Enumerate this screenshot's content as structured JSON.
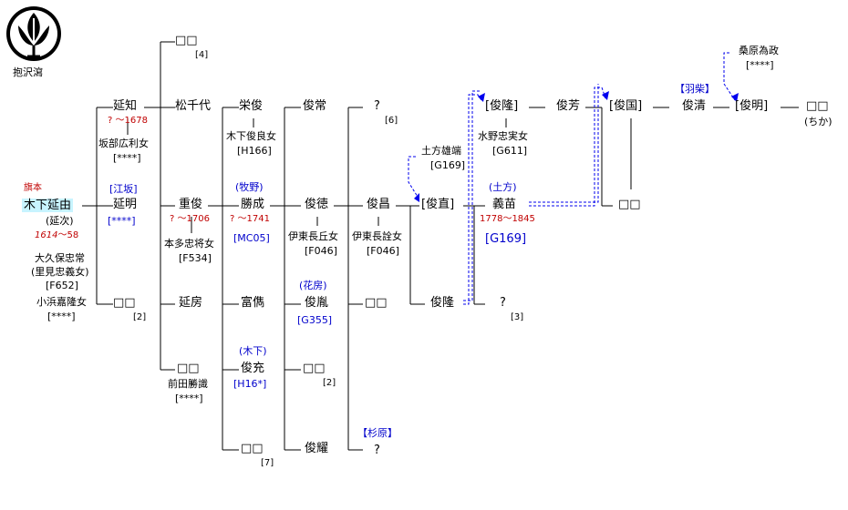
{
  "crest": {
    "caption": "抱沢瀉"
  },
  "people": {
    "enshi": "延知",
    "enshi_dates": "? ～1678",
    "enshi_wife": "坂部広利女",
    "enshi_wife_ref": "[****]",
    "nobuyoshi": "木下延由",
    "nobuyoshi_alias": "(延次)",
    "nobuyoshi_dates_a": "1614",
    "nobuyoshi_dates_b": "～58",
    "nobuyoshi_rank": "旗本",
    "wife1": "大久保忠常",
    "wife1_b": "(里見忠義女)",
    "wife1_ref": "[F652]",
    "wife2": "小浜嘉隆女",
    "wife2_ref": "[****]",
    "enmei_tag": "[江坂]",
    "enmei": "延明",
    "enmei_ref": "[****]",
    "sq_a": "□□",
    "sq_a_ref": "[2]",
    "matsuchiyo": "松千代",
    "top_sq": "□□",
    "top_sq_ref": "[4]",
    "shigetoshi": "重俊",
    "shigetoshi_dates": "? ～1706",
    "shigetoshi_wife": "本多忠将女",
    "shigetoshi_wife_ref": "[F534]",
    "nobufusa": "延房",
    "sq_b": "□□",
    "sq_b_wife": "前田勝識",
    "sq_b_ref": "[****]",
    "soshun": "栄俊",
    "soshun_wife": "木下俊良女",
    "soshun_wife_ref": "[H166]",
    "katsushige_tag": "(牧野)",
    "katsushige": "勝成",
    "katsushige_dates": "? ～1741",
    "katsushige_ref": "[MC05]",
    "tomisuke": "富儁",
    "toshimitsu_tag": "(木下)",
    "toshimitsu": "俊充",
    "toshimitsu_ref": "[H16*]",
    "sq_c": "□□",
    "sq_c_ref": "[7]",
    "toshitsune": "俊常",
    "toshinori": "俊徳",
    "toshinori_wife": "伊東長丘女",
    "toshinori_wife_ref": "[F046]",
    "toshihiro_tag": "(花房)",
    "toshihiro": "俊胤",
    "toshihiro_ref": "[G355]",
    "sq_d": "□□",
    "sq_d_ref": "[2]",
    "toshiyo": "俊耀",
    "q1": "?",
    "q1_ref": "[6]",
    "toshimasa": "俊昌",
    "toshimasa_wife": "伊東長詮女",
    "toshimasa_wife_ref": "[F046]",
    "sq_e": "□□",
    "sugihara_tag": "【杉原】",
    "q2": "?",
    "hijikata": "土方雄端",
    "hijikata_ref": "[G169]",
    "toshinao": "[俊直]",
    "toshitaka": "俊隆",
    "toshitaka2": "[俊隆]",
    "toshitaka2_wife": "水野忠実女",
    "toshitaka2_wife_ref": "[G611]",
    "yoshinae_tag": "(土方)",
    "yoshinae": "義苗",
    "yoshinae_dates": "1778～1845",
    "yoshinae_ref": "[G169]",
    "q3": "?",
    "q3_ref": "[3]",
    "toshiyoshi": "俊芳",
    "toshikuni": "[俊国]",
    "sq_f": "□□",
    "hashiba_tag": "【羽柴】",
    "toshikiyo": "俊清",
    "kuwabara": "桑原為政",
    "kuwabara_ref": "[****]",
    "toshiaki": "[俊明]",
    "last_sq": "□□",
    "last_sq_note": "(ちか)"
  }
}
